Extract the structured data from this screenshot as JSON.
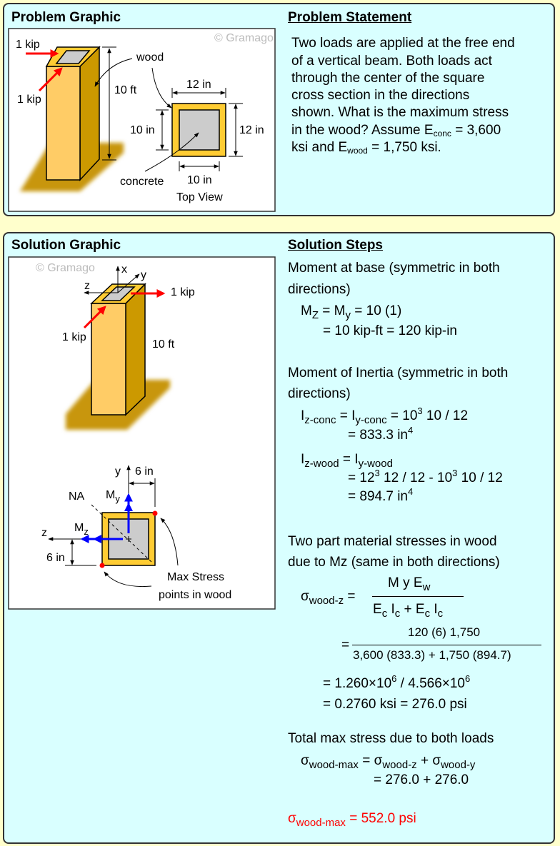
{
  "problem": {
    "heading": "Problem Graphic",
    "statement_heading": "Problem Statement",
    "graphic": {
      "watermark": "© Gramago",
      "load_top": "1 kip",
      "load_side": "1 kip",
      "wood": "wood",
      "height": "10 ft",
      "top_width": "12 in",
      "right_height": "12 in",
      "left_height": "10 in",
      "bottom_width": "10 in",
      "concrete": "concrete",
      "top_view": "Top View"
    },
    "statement_lines": [
      "Two loads are applied at the free end",
      "of a vertical beam. Both loads act",
      "through the center of the square",
      "cross section in the directions",
      "shown. What is the maximum stress"
    ],
    "statement_last": {
      "a": "in the wood? Assume E",
      "a_sub": "conc",
      "b": " = 3,600",
      "c": "ksi and E",
      "c_sub": "wood",
      "d": " = 1,750 ksi."
    }
  },
  "solution": {
    "heading": "Solution Graphic",
    "steps_heading": "Solution Steps",
    "graphic": {
      "watermark": "© Gramago",
      "axis_x": "x",
      "axis_y": "y",
      "axis_z": "z",
      "load_right": "1 kip",
      "load_side": "1 kip",
      "height": "10 ft",
      "cs_y": "y",
      "cs_z": "z",
      "dim_horizontal": "6 in",
      "dim_vertical": "6 in",
      "na": "NA",
      "my": "M",
      "my_sub": "y",
      "mz": "M",
      "mz_sub": "z",
      "max_stress_1": "Max Stress",
      "max_stress_2": "points in wood"
    },
    "steps": {
      "moment_title_1": "Moment at base (symmetric in both",
      "moment_title_2": "directions)",
      "moment_eq1": {
        "m1": "M",
        "s1": "Z",
        "m2": " = M",
        "s2": "y",
        "rest": " = 10 (1)"
      },
      "moment_eq2": "= 10 kip-ft = 120 kip-in",
      "inertia_title_1": "Moment of Inertia (symmetric in both",
      "inertia_title_2": "directions)",
      "iconc": {
        "i1": "I",
        "s1": "z-conc",
        "i2": " = I",
        "s2": "y-conc",
        "r1": " = 10",
        "p1": "3",
        "r2": " 10 / 12"
      },
      "iconc_val": {
        "a": "= 833.3 in",
        "p": "4"
      },
      "iwood": {
        "i1": "I",
        "s1": "z-wood",
        "i2": " = I",
        "s2": "y-wood"
      },
      "iwood_eq": {
        "a": "= 12",
        "p1": "3",
        "b": " 12 / 12 - 10",
        "p2": "3",
        "c": " 10 / 12"
      },
      "iwood_val": {
        "a": "= 894.7 in",
        "p": "4"
      },
      "stress_title_1": "Two part material stresses in wood",
      "stress_title_2": "due to Mz (same in both directions)",
      "sigma_z": {
        "sym": "σ",
        "sub": "wood-z",
        "eq": " ="
      },
      "frac1": {
        "num": "M y E",
        "num_sub": "w",
        "d1": "E",
        "d1s": "c",
        "d2": " I",
        "d2s": "c",
        "d3": " + E",
        "d3s": "c",
        "d4": " I",
        "d4s": "c"
      },
      "frac2": {
        "eq": "=",
        "num": "120 (6) 1,750",
        "den": "3,600 (833.3) + 1,750 (894.7)"
      },
      "ratio": {
        "a": "= 1.260×10",
        "p1": "6",
        "b": " / 4.566×10",
        "p2": "6"
      },
      "result_z": "= 0.2760 ksi = 276.0 psi",
      "total_title": "Total max stress due to both loads",
      "total_eq": {
        "sym": "σ",
        "s1": "wood-max",
        "b": " = σ",
        "s2": "wood-z",
        "c": " + σ",
        "s3": "wood-y"
      },
      "total_sum": "= 276.0 + 276.0",
      "final": {
        "sym": "σ",
        "sub": "wood-max",
        "val": " = 552.0 psi"
      }
    }
  },
  "colors": {
    "background": "#ffffcc",
    "panel": "#d9ffff",
    "wood_front": "#ffcc66",
    "wood_side": "#cc9900",
    "concrete": "#cccccc",
    "load": "#ff0000",
    "moment": "#0000ff",
    "answer": "#ff0000"
  }
}
